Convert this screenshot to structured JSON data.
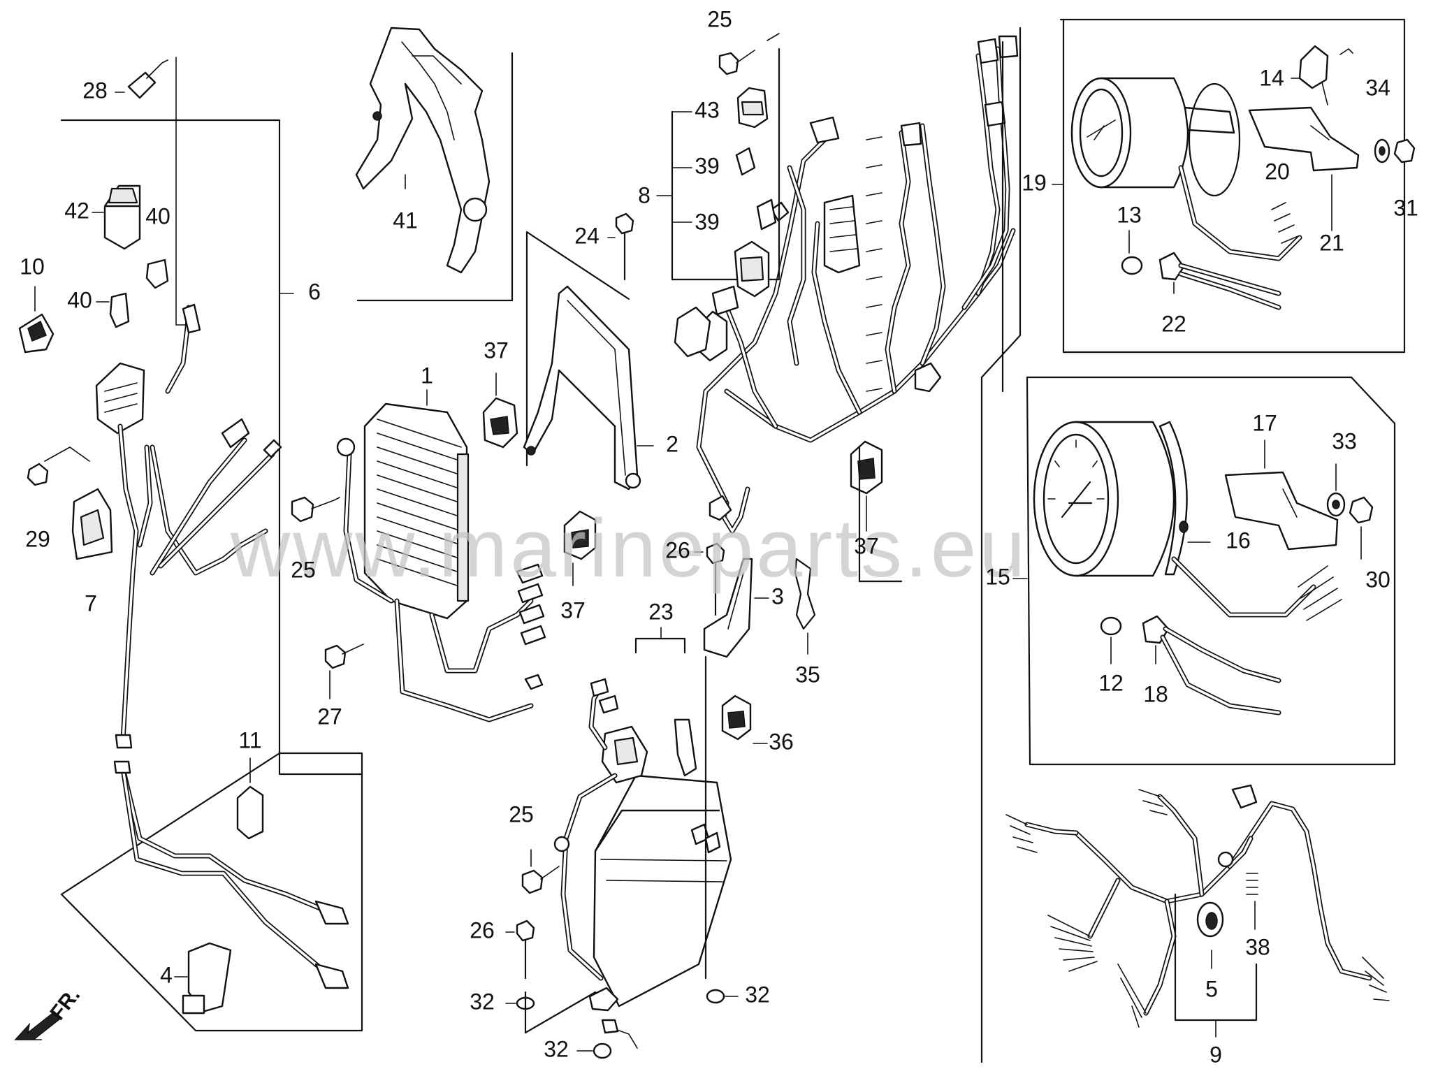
{
  "watermark": "www.marineparts.eu",
  "front_marker": "FR.",
  "callouts": [
    "1",
    "2",
    "3",
    "4",
    "5",
    "6",
    "7",
    "8",
    "9",
    "10",
    "11",
    "12",
    "13",
    "14",
    "15",
    "16",
    "17",
    "18",
    "19",
    "20",
    "21",
    "22",
    "23",
    "24",
    "25",
    "26",
    "27",
    "28",
    "29",
    "30",
    "31",
    "32",
    "33",
    "34",
    "35",
    "36",
    "37",
    "38",
    "39",
    "40",
    "41",
    "42",
    "43"
  ],
  "callout_instances": {
    "25": [
      "25",
      "25",
      "25"
    ],
    "26": [
      "26",
      "26"
    ],
    "32": [
      "32",
      "32",
      "32"
    ],
    "37": [
      "37",
      "37",
      "37"
    ],
    "39": [
      "39",
      "39"
    ],
    "40": [
      "40",
      "40"
    ]
  },
  "colors": {
    "line": "#111111",
    "background": "#ffffff",
    "watermark": "#c4c4c4"
  }
}
